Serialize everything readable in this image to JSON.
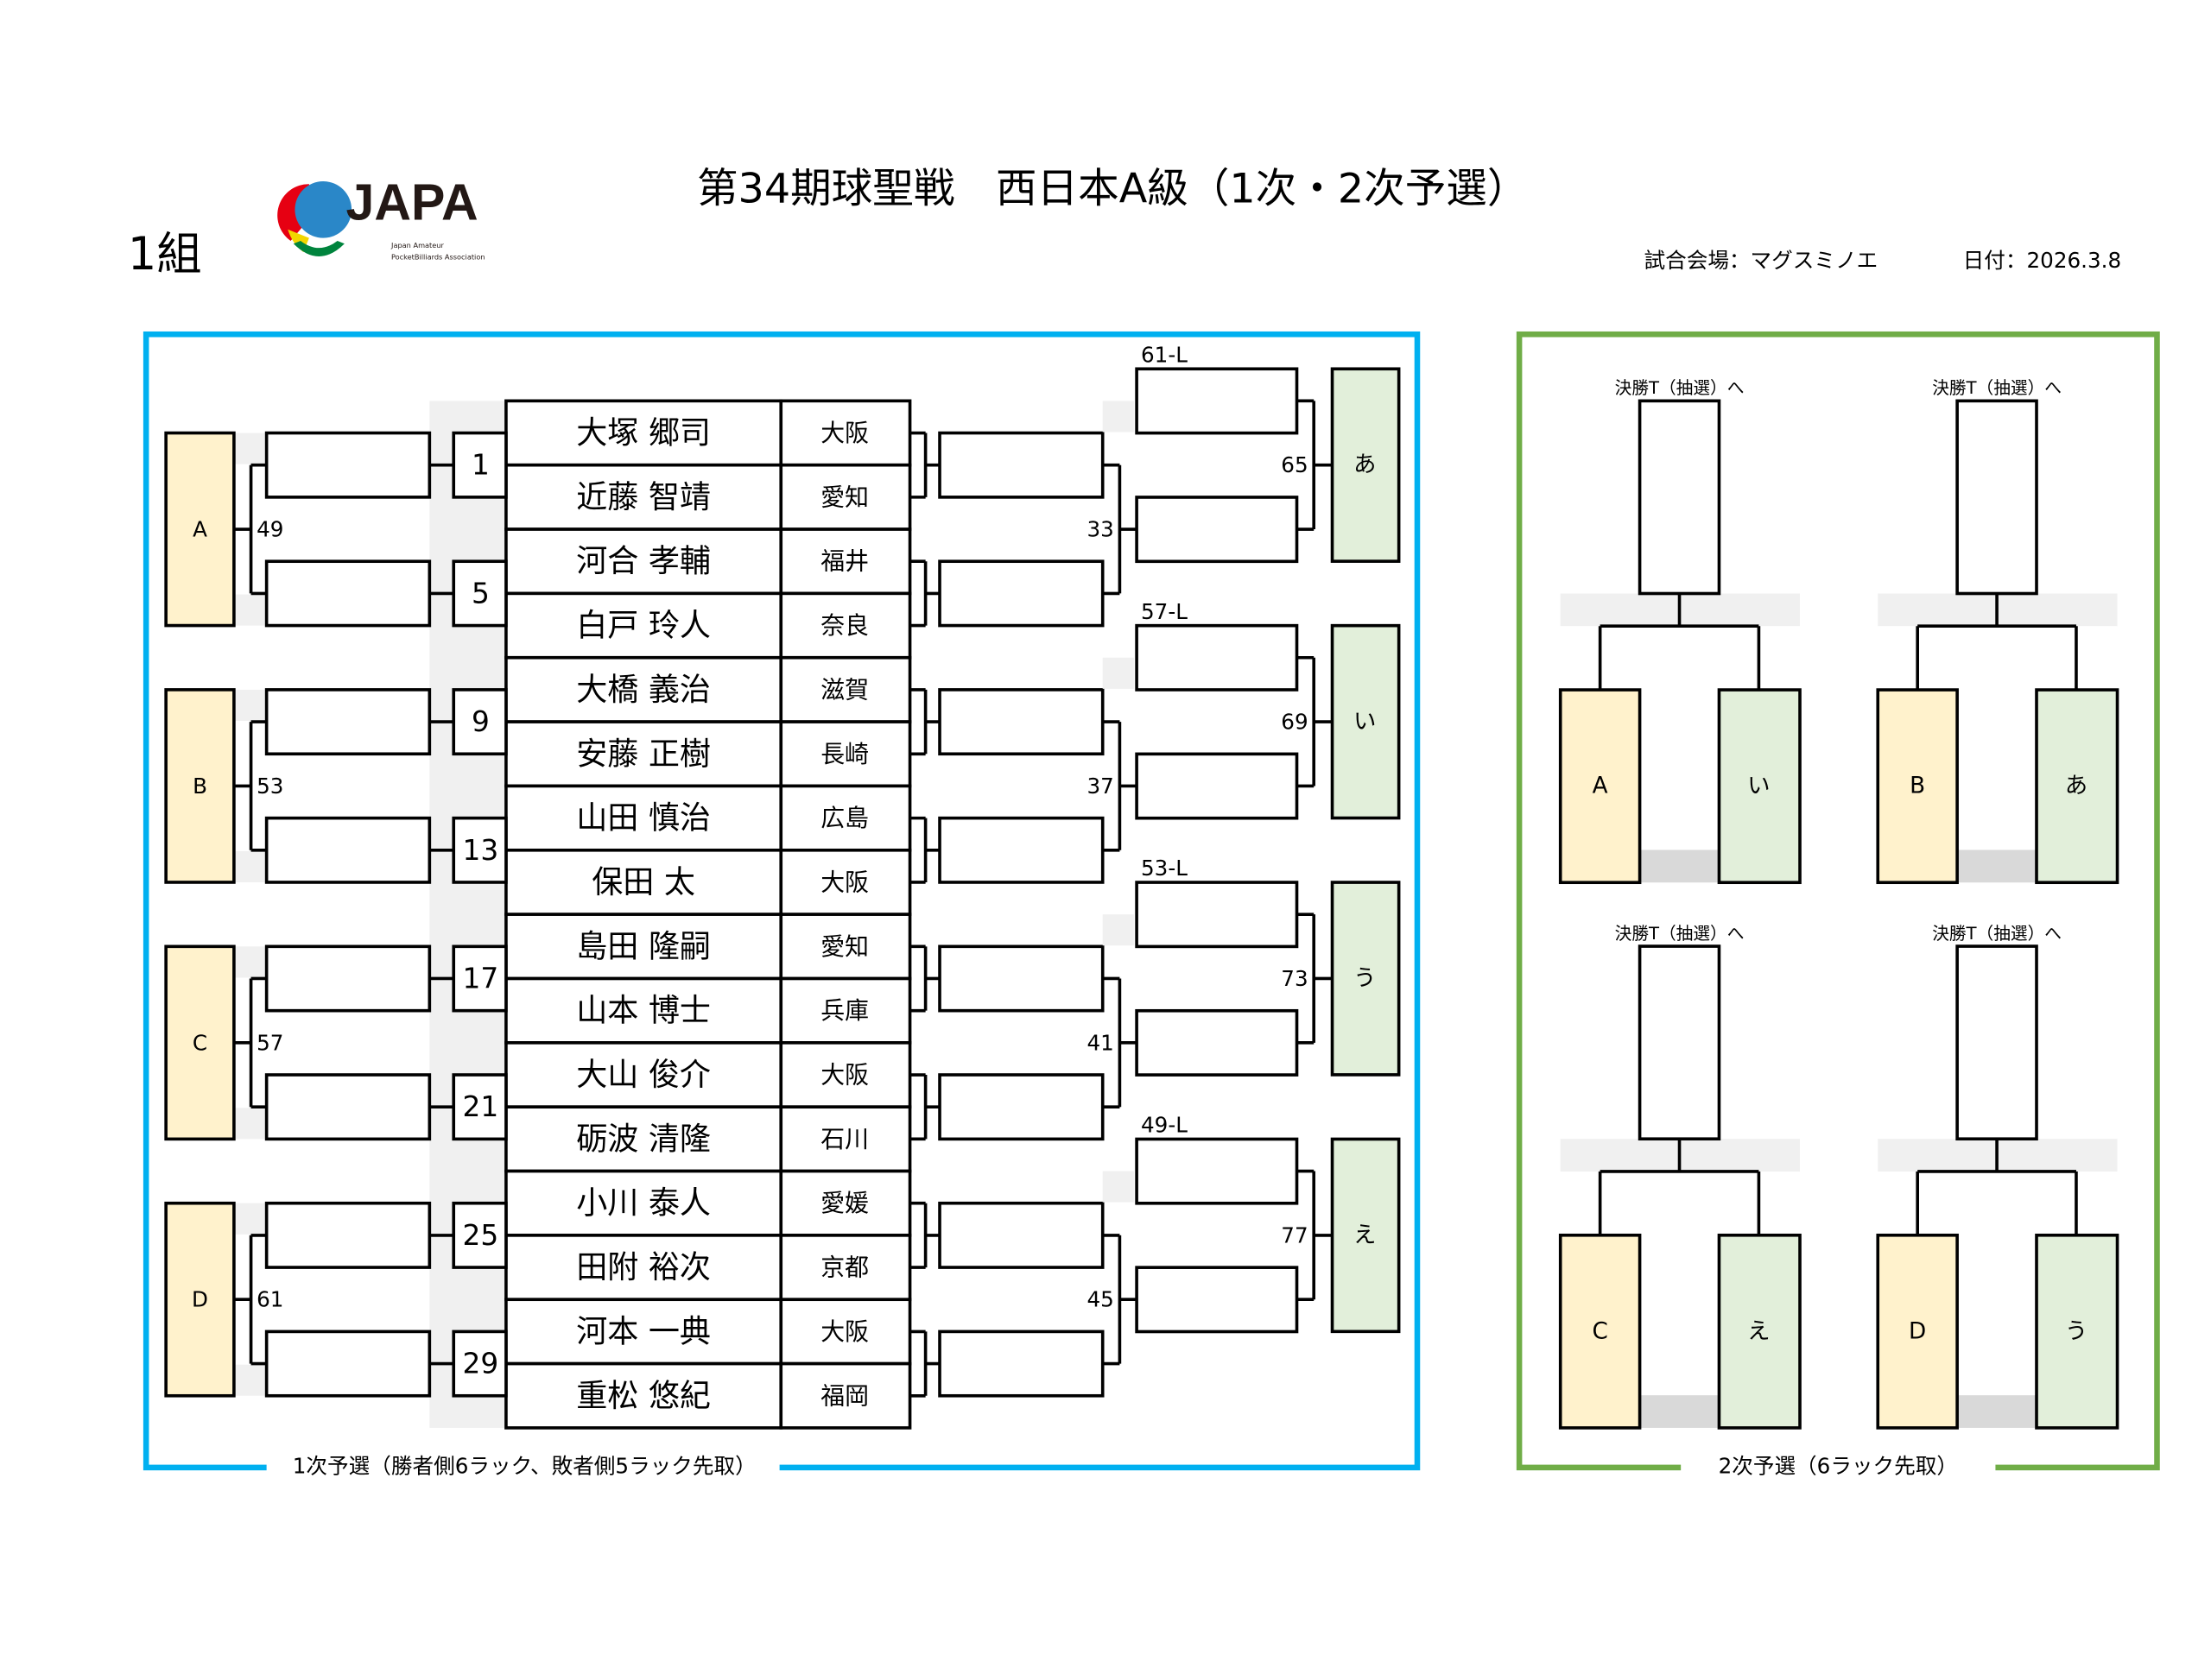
{
  "header": {
    "group_label": "1組",
    "title": "第34期球聖戦　西日本A級（1次・2次予選）",
    "venue": "試合会場：マグスミノエ",
    "date": "日付：2026.3.8",
    "logo_text": "JAPA",
    "logo_subtext_1": "Japan Amateur",
    "logo_subtext_2": "PocketBilliards Association"
  },
  "colors": {
    "round1_frame": "#00b0f0",
    "round2_frame": "#70ad47",
    "winner_box": "#fff2cc",
    "loser_box": "#e2efda",
    "shade": "#f0f0f0"
  },
  "round1": {
    "label": "1次予選（勝者側6ラック、敗者側5ラック先取）",
    "players": [
      {
        "name": "大塚 郷司",
        "pref": "大阪"
      },
      {
        "name": "近藤 智靖",
        "pref": "愛知"
      },
      {
        "name": "河合 孝輔",
        "pref": "福井"
      },
      {
        "name": "白戸 玲人",
        "pref": "奈良"
      },
      {
        "name": "大橋 義治",
        "pref": "滋賀"
      },
      {
        "name": "安藤 正樹",
        "pref": "長崎"
      },
      {
        "name": "山田 慎治",
        "pref": "広島"
      },
      {
        "name": "保田 太",
        "pref": "大阪"
      },
      {
        "name": "島田 隆嗣",
        "pref": "愛知"
      },
      {
        "name": "山本 博士",
        "pref": "兵庫"
      },
      {
        "name": "大山 俊介",
        "pref": "大阪"
      },
      {
        "name": "砺波 清隆",
        "pref": "石川"
      },
      {
        "name": "小川 泰人",
        "pref": "愛媛"
      },
      {
        "name": "田附 裕次",
        "pref": "京都"
      },
      {
        "name": "河本 一典",
        "pref": "大阪"
      },
      {
        "name": "重松 悠紀",
        "pref": "福岡"
      }
    ],
    "groups": [
      {
        "seeds": [
          "1",
          "5"
        ],
        "winner_match": "49",
        "winner_slot": "A",
        "loser_match": "33",
        "loser_from": "61-L",
        "loser_final": "65",
        "loser_slot": "あ"
      },
      {
        "seeds": [
          "9",
          "13"
        ],
        "winner_match": "53",
        "winner_slot": "B",
        "loser_match": "37",
        "loser_from": "57-L",
        "loser_final": "69",
        "loser_slot": "い"
      },
      {
        "seeds": [
          "17",
          "21"
        ],
        "winner_match": "57",
        "winner_slot": "C",
        "loser_match": "41",
        "loser_from": "53-L",
        "loser_final": "73",
        "loser_slot": "う"
      },
      {
        "seeds": [
          "25",
          "29"
        ],
        "winner_match": "61",
        "winner_slot": "D",
        "loser_match": "45",
        "loser_from": "49-L",
        "loser_final": "77",
        "loser_slot": "え"
      }
    ]
  },
  "round2": {
    "label": "2次予選（6ラック先取）",
    "matches": [
      {
        "advance_label": "決勝T（抽選）へ",
        "left": "A",
        "right": "い"
      },
      {
        "advance_label": "決勝T（抽選）へ",
        "left": "B",
        "right": "あ"
      },
      {
        "advance_label": "決勝T（抽選）へ",
        "left": "C",
        "right": "え"
      },
      {
        "advance_label": "決勝T（抽選）へ",
        "left": "D",
        "right": "う"
      }
    ]
  }
}
